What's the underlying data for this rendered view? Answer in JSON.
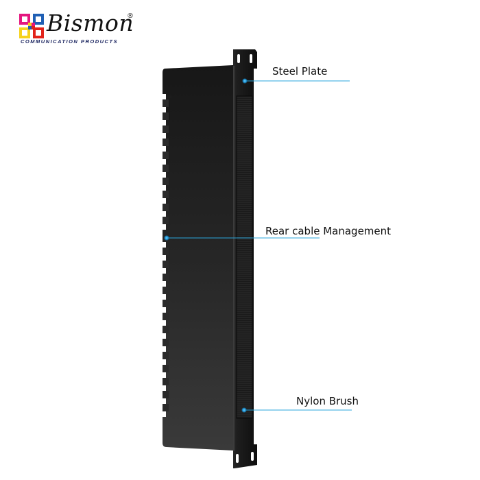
{
  "brand": {
    "name": "Bismon",
    "registered_mark": "®",
    "tagline": "COMMUNICATION PRODUCTS",
    "colors": {
      "magenta": "#e4167f",
      "blue": "#1f5fb4",
      "yellow": "#f6d21c",
      "red": "#e2231a",
      "navy": "#1b2560"
    }
  },
  "product": {
    "description": "1U rack cable management panel with nylon brush",
    "finger_count": 25,
    "panel_color": "#1a1a1a",
    "accent_color": "#29a6dc"
  },
  "callouts": [
    {
      "id": "steel-plate",
      "label": "Steel Plate"
    },
    {
      "id": "rear-cable-management",
      "label": "Rear cable Management"
    },
    {
      "id": "nylon-brush",
      "label": "Nylon Brush"
    }
  ]
}
